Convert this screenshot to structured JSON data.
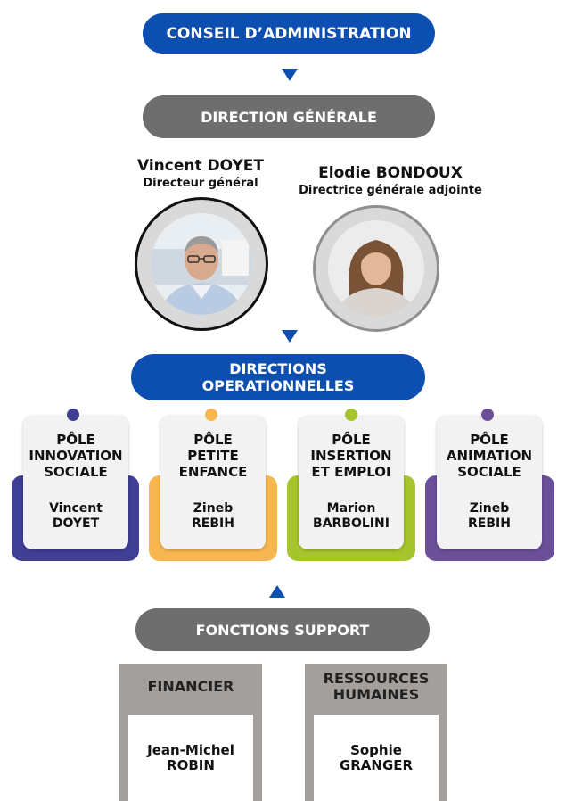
{
  "top": {
    "conseil": "CONSEIL D’ADMINISTRATION",
    "direction": "DIRECTION GÉNÉRALE"
  },
  "leaders": [
    {
      "name": "Vincent DOYET",
      "role": "Directeur général"
    },
    {
      "name": "Elodie BONDOUX",
      "role": "Directrice générale adjointe"
    }
  ],
  "directions": {
    "line1": "DIRECTIONS",
    "line2": "OPERATIONNELLES"
  },
  "poles": [
    {
      "title": [
        "PÔLE",
        "INNOVATION",
        "SOCIALE"
      ],
      "person": [
        "Vincent",
        "DOYET"
      ],
      "color": "#3f3f96"
    },
    {
      "title": [
        "PÔLE",
        "PETITE",
        "ENFANCE"
      ],
      "person": [
        "Zineb",
        "REBIH"
      ],
      "color": "#f7b64f"
    },
    {
      "title": [
        "PÔLE",
        "INSERTION",
        "ET EMPLOI"
      ],
      "person": [
        "Marion",
        "BARBOLINI"
      ],
      "color": "#a6c42b"
    },
    {
      "title": [
        "PÔLE",
        "ANIMATION",
        "SOCIALE"
      ],
      "person": [
        "Zineb",
        "REBIH"
      ],
      "color": "#6b4f98"
    }
  ],
  "support": {
    "title": "FONCTIONS SUPPORT",
    "boxes": [
      {
        "head": [
          "FINANCIER"
        ],
        "person": [
          "Jean-Michel",
          "ROBIN"
        ]
      },
      {
        "head": [
          "RESSOURCES",
          "HUMAINES"
        ],
        "person": [
          "Sophie",
          "GRANGER"
        ]
      }
    ]
  },
  "colors": {
    "blue": "#0c4fb0",
    "gray": "#6e6e6e",
    "boxgray": "#a39f9c"
  }
}
